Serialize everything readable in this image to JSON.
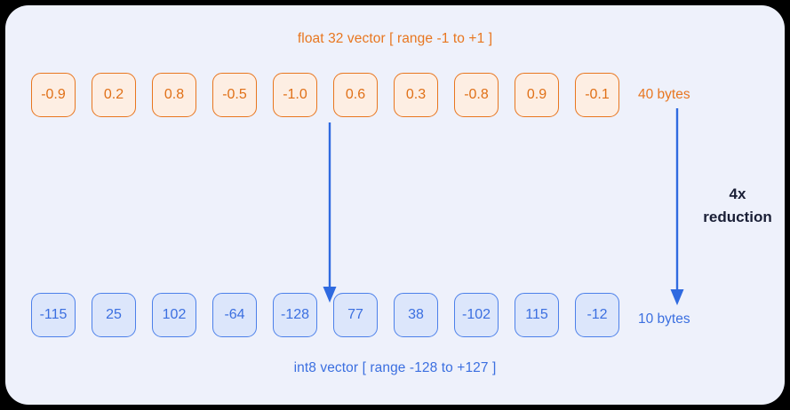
{
  "panel": {
    "background_color": "#eef1fb"
  },
  "top_caption": {
    "text": "float 32 vector [ range -1 to +1 ]",
    "color": "#e8761f"
  },
  "bottom_caption": {
    "text": "int8 vector [ range -128 to +127 ]",
    "color": "#3b6fe0"
  },
  "float_vector": {
    "values": [
      "-0.9",
      "0.2",
      "0.8",
      "-0.5",
      "-1.0",
      "0.6",
      "0.3",
      "-0.8",
      "0.9",
      "-0.1"
    ],
    "border_color": "#e8761f",
    "fill_color": "#fdeee3"
  },
  "int8_vector": {
    "values": [
      "-115",
      "25",
      "102",
      "-64",
      "-128",
      "77",
      "38",
      "-102",
      "115",
      "-12"
    ],
    "border_color": "#4c80ea",
    "fill_color": "#dce6fb"
  },
  "size_labels": {
    "before": "40 bytes",
    "after": "10 bytes"
  },
  "reduction": {
    "line1": "4x",
    "line2": "reduction"
  },
  "arrows": {
    "color": "#2f6ae0"
  }
}
